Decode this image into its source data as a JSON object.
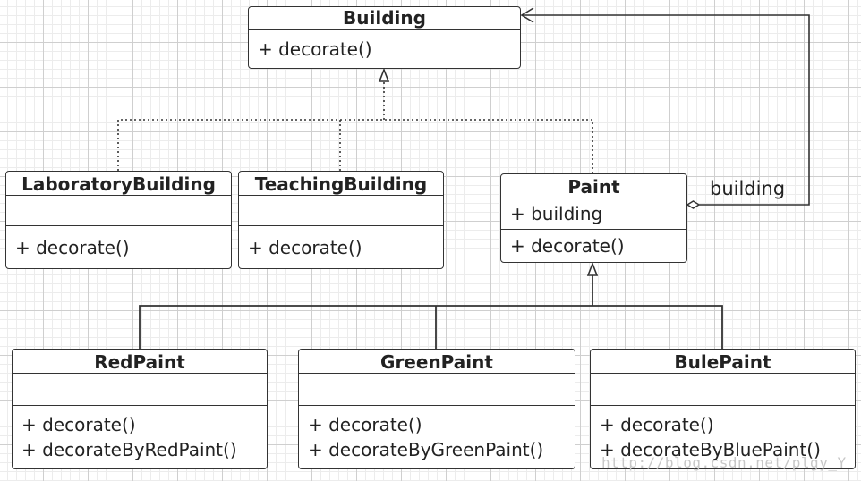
{
  "classes": {
    "building": {
      "name": "Building",
      "attributes": [],
      "operations": [
        "+ decorate()"
      ]
    },
    "laboratory": {
      "name": "LaboratoryBuilding",
      "attributes": [],
      "operations": [
        "+ decorate()"
      ]
    },
    "teaching": {
      "name": "TeachingBuilding",
      "attributes": [],
      "operations": [
        "+ decorate()"
      ]
    },
    "paint": {
      "name": "Paint",
      "attributes": [
        "+ building"
      ],
      "operations": [
        "+ decorate()"
      ]
    },
    "redpaint": {
      "name": "RedPaint",
      "attributes": [],
      "operations": [
        "+ decorate()",
        "+ decorateByRedPaint()"
      ]
    },
    "greenpaint": {
      "name": "GreenPaint",
      "attributes": [],
      "operations": [
        "+ decorate()",
        "+ decorateByGreenPaint()"
      ]
    },
    "bulepaint": {
      "name": "BulePaint",
      "attributes": [],
      "operations": [
        "+ decorate()",
        "+ decorateByBluePaint()"
      ]
    }
  },
  "relationships": [
    {
      "from": "laboratory",
      "to": "building",
      "kind": "realization"
    },
    {
      "from": "teaching",
      "to": "building",
      "kind": "realization"
    },
    {
      "from": "paint",
      "to": "building",
      "kind": "realization"
    },
    {
      "from": "redpaint",
      "to": "paint",
      "kind": "generalization"
    },
    {
      "from": "greenpaint",
      "to": "paint",
      "kind": "generalization"
    },
    {
      "from": "bulepaint",
      "to": "paint",
      "kind": "generalization"
    },
    {
      "from": "paint",
      "to": "building",
      "kind": "aggregation",
      "label": "building"
    }
  ],
  "association_label": "building",
  "watermark": "http://blog.csdn.net/plgy_Y",
  "colors": {
    "line": "#333333",
    "background": "#ffffff",
    "grid": "#cfcfcf"
  }
}
